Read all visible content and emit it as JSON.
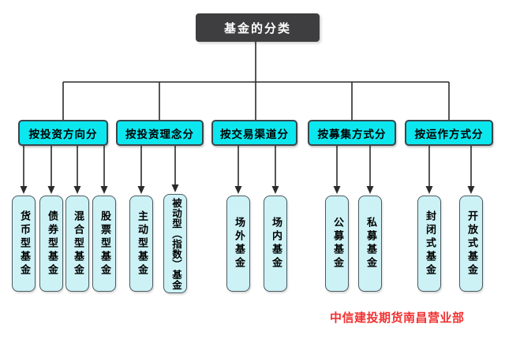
{
  "root": {
    "label": "基金的分类"
  },
  "branches": [
    {
      "label": "按投资方向分",
      "children": [
        "货币型基金",
        "债券型基金",
        "混合型基金",
        "股票型基金"
      ]
    },
    {
      "label": "按投资理念分",
      "children": [
        "主动型基金",
        "被动型（指数）基金"
      ]
    },
    {
      "label": "按交易渠道分",
      "children": [
        "场外基金",
        "场内基金"
      ]
    },
    {
      "label": "按募集方式分",
      "children": [
        "公募基金",
        "私募基金"
      ]
    },
    {
      "label": "按运作方式分",
      "children": [
        "封闭式基金",
        "开放式基金"
      ]
    }
  ],
  "watermark": {
    "text": "中信建投期货南昌营业部"
  },
  "colors": {
    "root_bg": "#3e3e40",
    "root_text": "#ffffff",
    "branch_fill": "#0ce7ef",
    "leaf_fill": "#ccf2f6",
    "connector": "#2b2b2b",
    "watermark_text": "#f23030"
  }
}
